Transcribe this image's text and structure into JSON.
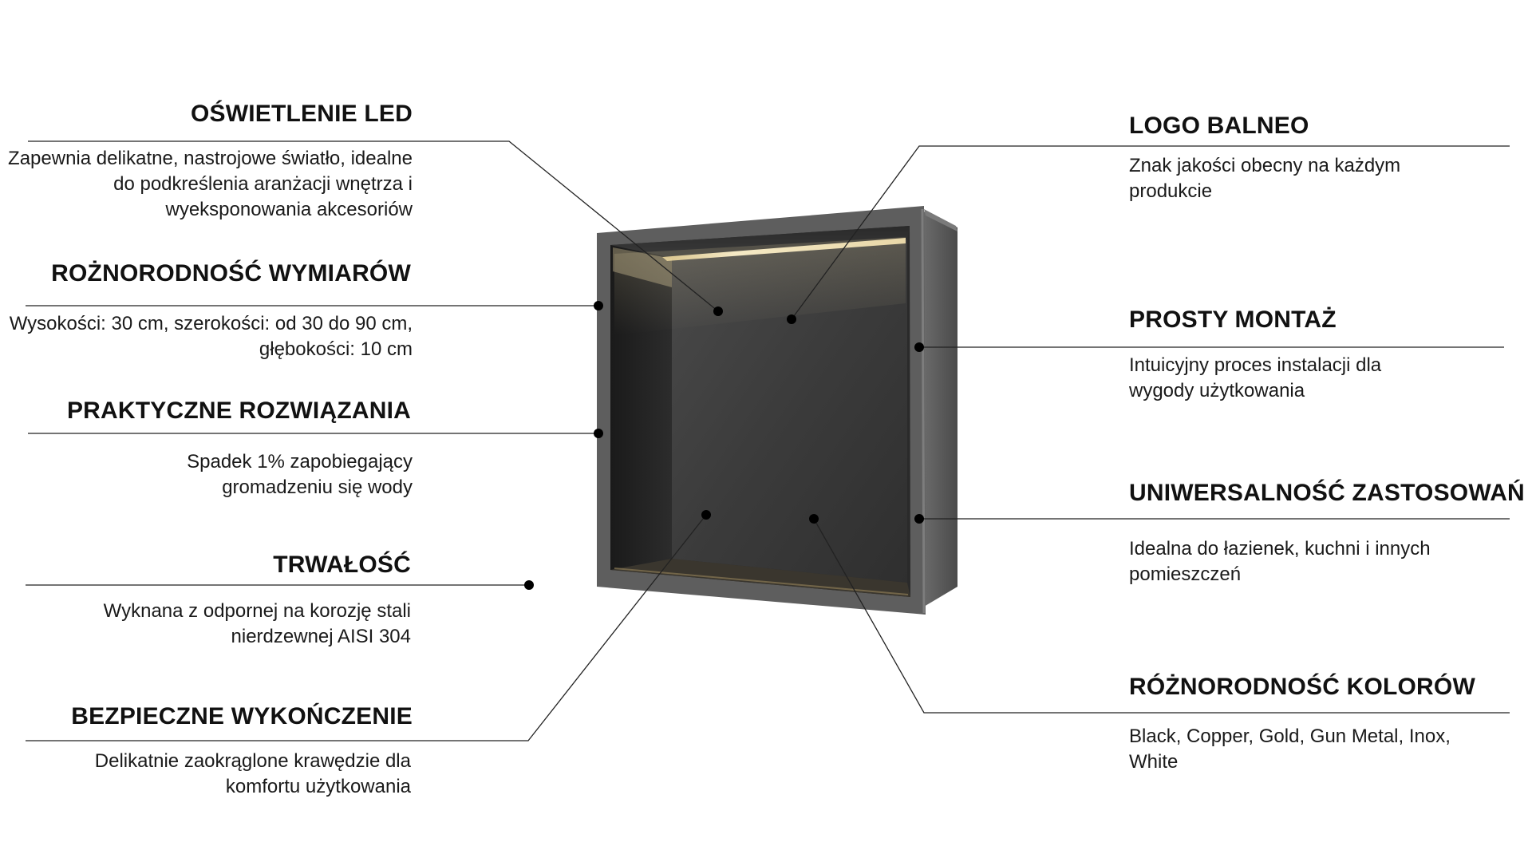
{
  "features": {
    "led": {
      "title": "OŚWIETLENIE LED",
      "desc": "Zapewnia delikatne, nastrojowe światło, idealne do podkreślenia aranżacji wnętrza i wyeksponowania akcesoriów"
    },
    "sizes": {
      "title": "ROŻNORODNOŚĆ WYMIARÓW",
      "desc": "Wysokości: 30 cm, szerokości: od 30 do 90 cm, głębokości: 10 cm"
    },
    "practical": {
      "title": "PRAKTYCZNE ROZWIĄZANIA",
      "desc": "Spadek 1% zapobiegający gromadzeniu się wody"
    },
    "durability": {
      "title": "TRWAŁOŚĆ",
      "desc": "Wyknana z odpornej na korozję stali nierdzewnej AISI 304"
    },
    "safe": {
      "title": "BEZPIECZNE WYKOŃCZENIE",
      "desc": "Delikatnie zaokrąglone krawędzie dla komfortu użytkowania"
    },
    "logo": {
      "title": "LOGO BALNEO",
      "desc": "Znak jakości obecny na każdym produkcie"
    },
    "mounting": {
      "title": "PROSTY MONTAŻ",
      "desc": "Intuicyjny proces instalacji dla wygody użytkowania"
    },
    "universal": {
      "title": "UNIWERSALNOŚĆ ZASTOSOWAŃ",
      "desc": "Idealna do łazienek, kuchni i innych pomieszczeń"
    },
    "colors": {
      "title": "RÓŻNORODNOŚĆ KOLORÓW",
      "desc": "Black, Copper, Gold, Gun Metal, Inox, White"
    }
  },
  "colors": {
    "niche_frame": "#5c5c5c",
    "niche_back": "#3e3e3e",
    "led_glow": "#f3e3b8",
    "line": "#222222",
    "dot": "#000000"
  }
}
